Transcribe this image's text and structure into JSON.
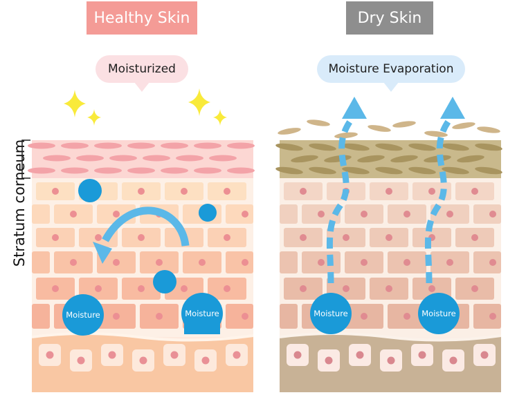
{
  "healthy": {
    "title": "Healthy Skin",
    "bubble": "Moisturized",
    "moisture_left": "Moisture",
    "moisture_right": "Moisture"
  },
  "dry": {
    "title": "Dry Skin",
    "bubble": "Moisture Evaporation",
    "moisture_left": "Moisture",
    "moisture_right": "Moisture"
  },
  "stratum_label": "Stratum corneum",
  "colors": {
    "healthy_title_bg": "#f49b96",
    "dry_title_bg": "#8e8e8e",
    "healthy_bubble_bg": "#fbe0e3",
    "dry_bubble_bg": "#d9ebfa",
    "moisture_blue": "#1a9ad8",
    "arrow_blue": "#5bb8e8",
    "sparkle": "#f9ea3a"
  }
}
